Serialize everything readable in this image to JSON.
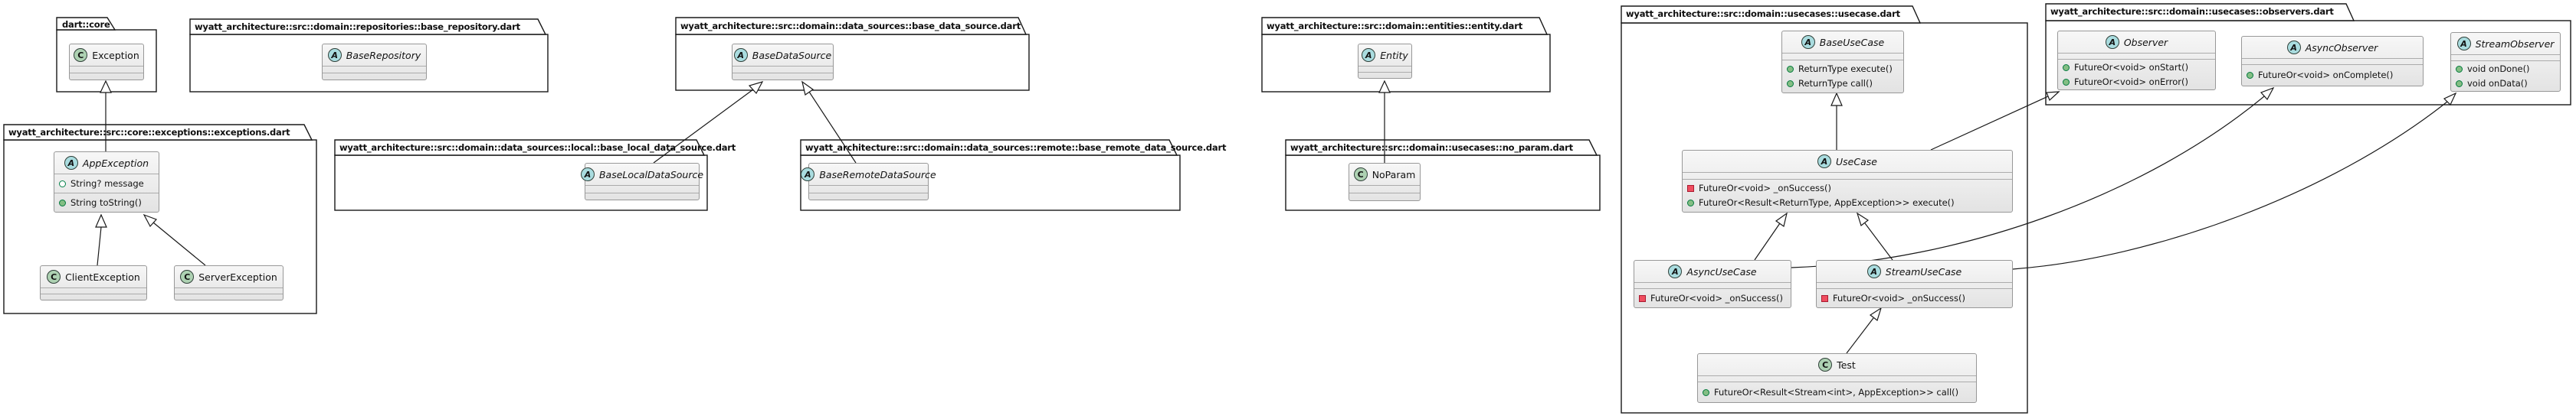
{
  "diagram": {
    "type": "uml-class-diagram",
    "icons": {
      "abstract_letter": "A",
      "class_letter": "C"
    },
    "colors": {
      "package_border": "#181818",
      "class_border": "#989898",
      "class_fill": "#efefef",
      "abstract_icon_fill": "#a9dcdf",
      "class_icon_fill": "#add1b2",
      "public_marker": "#84be84",
      "private_marker": "#ef4d5f",
      "field_marker": "#038048",
      "background": "#ffffff"
    },
    "packages": [
      {
        "title": "dart::core",
        "classes": [
          {
            "kind": "class",
            "name": "Exception",
            "fields": [],
            "methods": []
          }
        ]
      },
      {
        "title": "wyatt_architecture::src::domain::repositories::base_repository.dart",
        "classes": [
          {
            "kind": "abstract",
            "name": "BaseRepository",
            "fields": [],
            "methods": []
          }
        ]
      },
      {
        "title": "wyatt_architecture::src::domain::data_sources::base_data_source.dart",
        "classes": [
          {
            "kind": "abstract",
            "name": "BaseDataSource",
            "fields": [],
            "methods": []
          }
        ]
      },
      {
        "title": "wyatt_architecture::src::domain::data_sources::local::base_local_data_source.dart",
        "classes": [
          {
            "kind": "abstract",
            "name": "BaseLocalDataSource",
            "fields": [],
            "methods": []
          }
        ]
      },
      {
        "title": "wyatt_architecture::src::domain::data_sources::remote::base_remote_data_source.dart",
        "classes": [
          {
            "kind": "abstract",
            "name": "BaseRemoteDataSource",
            "fields": [],
            "methods": []
          }
        ]
      },
      {
        "title": "wyatt_architecture::src::domain::entities::entity.dart",
        "classes": [
          {
            "kind": "abstract",
            "name": "Entity",
            "fields": [],
            "methods": []
          }
        ]
      },
      {
        "title": "wyatt_architecture::src::domain::usecases::no_param.dart",
        "classes": [
          {
            "kind": "class",
            "name": "NoParam",
            "fields": [],
            "methods": []
          }
        ]
      },
      {
        "title": "wyatt_architecture::src::core::exceptions::exceptions.dart",
        "classes": [
          {
            "kind": "abstract",
            "name": "AppException",
            "fields": [
              {
                "visibility": "field",
                "text": "String? message"
              }
            ],
            "methods": [
              {
                "visibility": "public",
                "text": "String toString()"
              }
            ]
          },
          {
            "kind": "class",
            "name": "ClientException",
            "fields": [],
            "methods": []
          },
          {
            "kind": "class",
            "name": "ServerException",
            "fields": [],
            "methods": []
          }
        ]
      },
      {
        "title": "wyatt_architecture::src::domain::usecases::usecase.dart",
        "classes": [
          {
            "kind": "abstract",
            "name": "BaseUseCase",
            "fields": [],
            "methods": [
              {
                "visibility": "public",
                "text": "ReturnType execute()"
              },
              {
                "visibility": "public",
                "text": "ReturnType call()"
              }
            ]
          },
          {
            "kind": "abstract",
            "name": "UseCase",
            "fields": [],
            "methods": [
              {
                "visibility": "private",
                "text": "FutureOr<void> _onSuccess()"
              },
              {
                "visibility": "public",
                "text": "FutureOr<Result<ReturnType, AppException>> execute()"
              }
            ]
          },
          {
            "kind": "abstract",
            "name": "AsyncUseCase",
            "fields": [],
            "methods": [
              {
                "visibility": "private",
                "text": "FutureOr<void> _onSuccess()"
              }
            ]
          },
          {
            "kind": "abstract",
            "name": "StreamUseCase",
            "fields": [],
            "methods": [
              {
                "visibility": "private",
                "text": "FutureOr<void> _onSuccess()"
              }
            ]
          },
          {
            "kind": "class",
            "name": "Test",
            "fields": [],
            "methods": [
              {
                "visibility": "public",
                "text": "FutureOr<Result<Stream<int>, AppException>> call()"
              }
            ]
          }
        ]
      },
      {
        "title": "wyatt_architecture::src::domain::usecases::observers.dart",
        "classes": [
          {
            "kind": "abstract",
            "name": "Observer",
            "fields": [],
            "methods": [
              {
                "visibility": "public",
                "text": "FutureOr<void> onStart()"
              },
              {
                "visibility": "public",
                "text": "FutureOr<void> onError()"
              }
            ]
          },
          {
            "kind": "abstract",
            "name": "AsyncObserver",
            "fields": [],
            "methods": [
              {
                "visibility": "public",
                "text": "FutureOr<void> onComplete()"
              }
            ]
          },
          {
            "kind": "abstract",
            "name": "StreamObserver",
            "fields": [],
            "methods": [
              {
                "visibility": "public",
                "text": "void onDone()"
              },
              {
                "visibility": "public",
                "text": "void onData()"
              }
            ]
          }
        ]
      }
    ],
    "relations": [
      {
        "from": "AppException",
        "to": "Exception",
        "type": "extends"
      },
      {
        "from": "ClientException",
        "to": "AppException",
        "type": "extends"
      },
      {
        "from": "ServerException",
        "to": "AppException",
        "type": "extends"
      },
      {
        "from": "BaseLocalDataSource",
        "to": "BaseDataSource",
        "type": "extends"
      },
      {
        "from": "BaseRemoteDataSource",
        "to": "BaseDataSource",
        "type": "extends"
      },
      {
        "from": "NoParam",
        "to": "Entity",
        "type": "extends"
      },
      {
        "from": "UseCase",
        "to": "BaseUseCase",
        "type": "extends"
      },
      {
        "from": "UseCase",
        "to": "Observer",
        "type": "extends"
      },
      {
        "from": "AsyncUseCase",
        "to": "UseCase",
        "type": "extends"
      },
      {
        "from": "StreamUseCase",
        "to": "UseCase",
        "type": "extends"
      },
      {
        "from": "AsyncUseCase",
        "to": "AsyncObserver",
        "type": "extends"
      },
      {
        "from": "StreamUseCase",
        "to": "StreamObserver",
        "type": "extends"
      },
      {
        "from": "Test",
        "to": "StreamUseCase",
        "type": "extends"
      }
    ]
  }
}
